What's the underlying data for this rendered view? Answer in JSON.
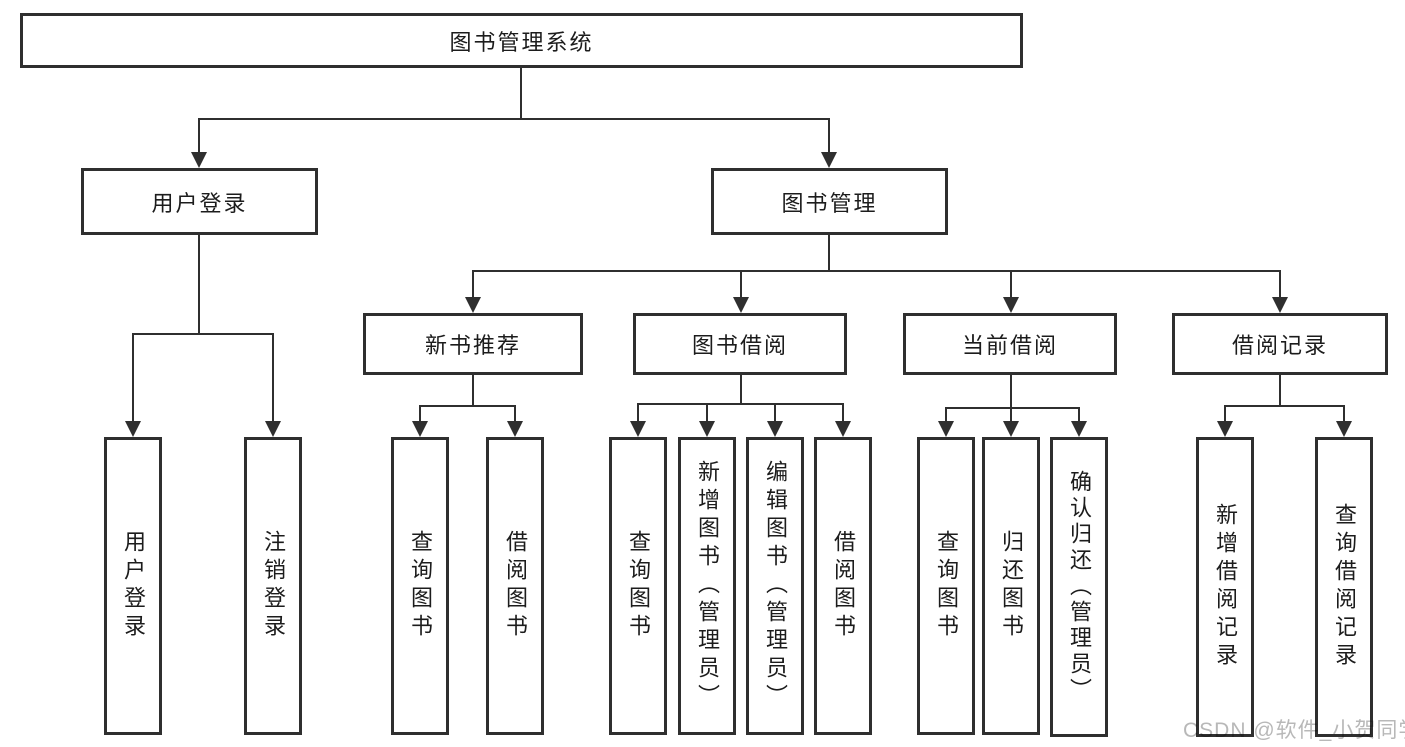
{
  "title": "图书管理系统",
  "theme": {
    "line_color": "#2f2f2f",
    "text_color": "#1c1c1c",
    "background": "#ffffff",
    "watermark_color": "#b8b8b8"
  },
  "tree": {
    "root": {
      "label": "图书管理系统"
    },
    "branches": [
      {
        "label": "用户登录",
        "children": [
          {
            "label": "用户登录"
          },
          {
            "label": "注销登录"
          }
        ]
      },
      {
        "label": "图书管理",
        "children": [
          {
            "label": "新书推荐",
            "children": [
              {
                "label": "查询图书"
              },
              {
                "label": "借阅图书"
              }
            ]
          },
          {
            "label": "图书借阅",
            "children": [
              {
                "label": "查询图书"
              },
              {
                "label": "新增图书（管理员）"
              },
              {
                "label": "编辑图书（管理员）"
              },
              {
                "label": "借阅图书"
              }
            ]
          },
          {
            "label": "当前借阅",
            "children": [
              {
                "label": "查询图书"
              },
              {
                "label": "归还图书"
              },
              {
                "label": "确认归还（管理员）"
              }
            ]
          },
          {
            "label": "借阅记录",
            "children": [
              {
                "label": "新增借阅记录"
              },
              {
                "label": "查询借阅记录"
              }
            ]
          }
        ]
      }
    ]
  },
  "watermark": {
    "text": "CSDN @软件_小贺同学"
  }
}
